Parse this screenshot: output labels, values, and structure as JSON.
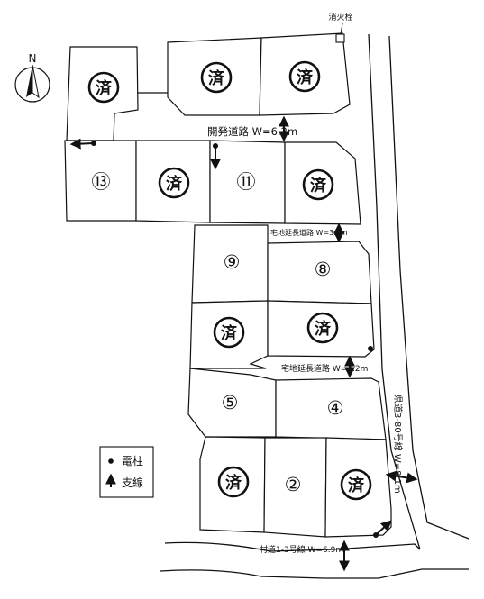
{
  "labels": {
    "north": "N",
    "hydrant": "消火栓",
    "dev_road": "開発道路 W=6.2m",
    "ext_road_top": "宅地延長道路 W=3.5m",
    "ext_road_mid": "宅地延長道路 W=4.2m",
    "pref_road": "県道3-80号線 W=8.1m",
    "village_road": "村道1-3号線 W=6.9m"
  },
  "legend": {
    "pole_label": "電柱",
    "guy_label": "支線"
  },
  "lots": {
    "nw": "済",
    "n2": "済",
    "n3": "済",
    "lot13": "⑬",
    "lot12": "済",
    "lot11": "⑪",
    "lot10": "済",
    "lot9": "⑨",
    "lot8": "⑧",
    "lot7": "済",
    "lot6": "済",
    "lot5": "⑤",
    "lot4": "④",
    "lot3": "済",
    "lot2": "②",
    "lot1": "済"
  }
}
